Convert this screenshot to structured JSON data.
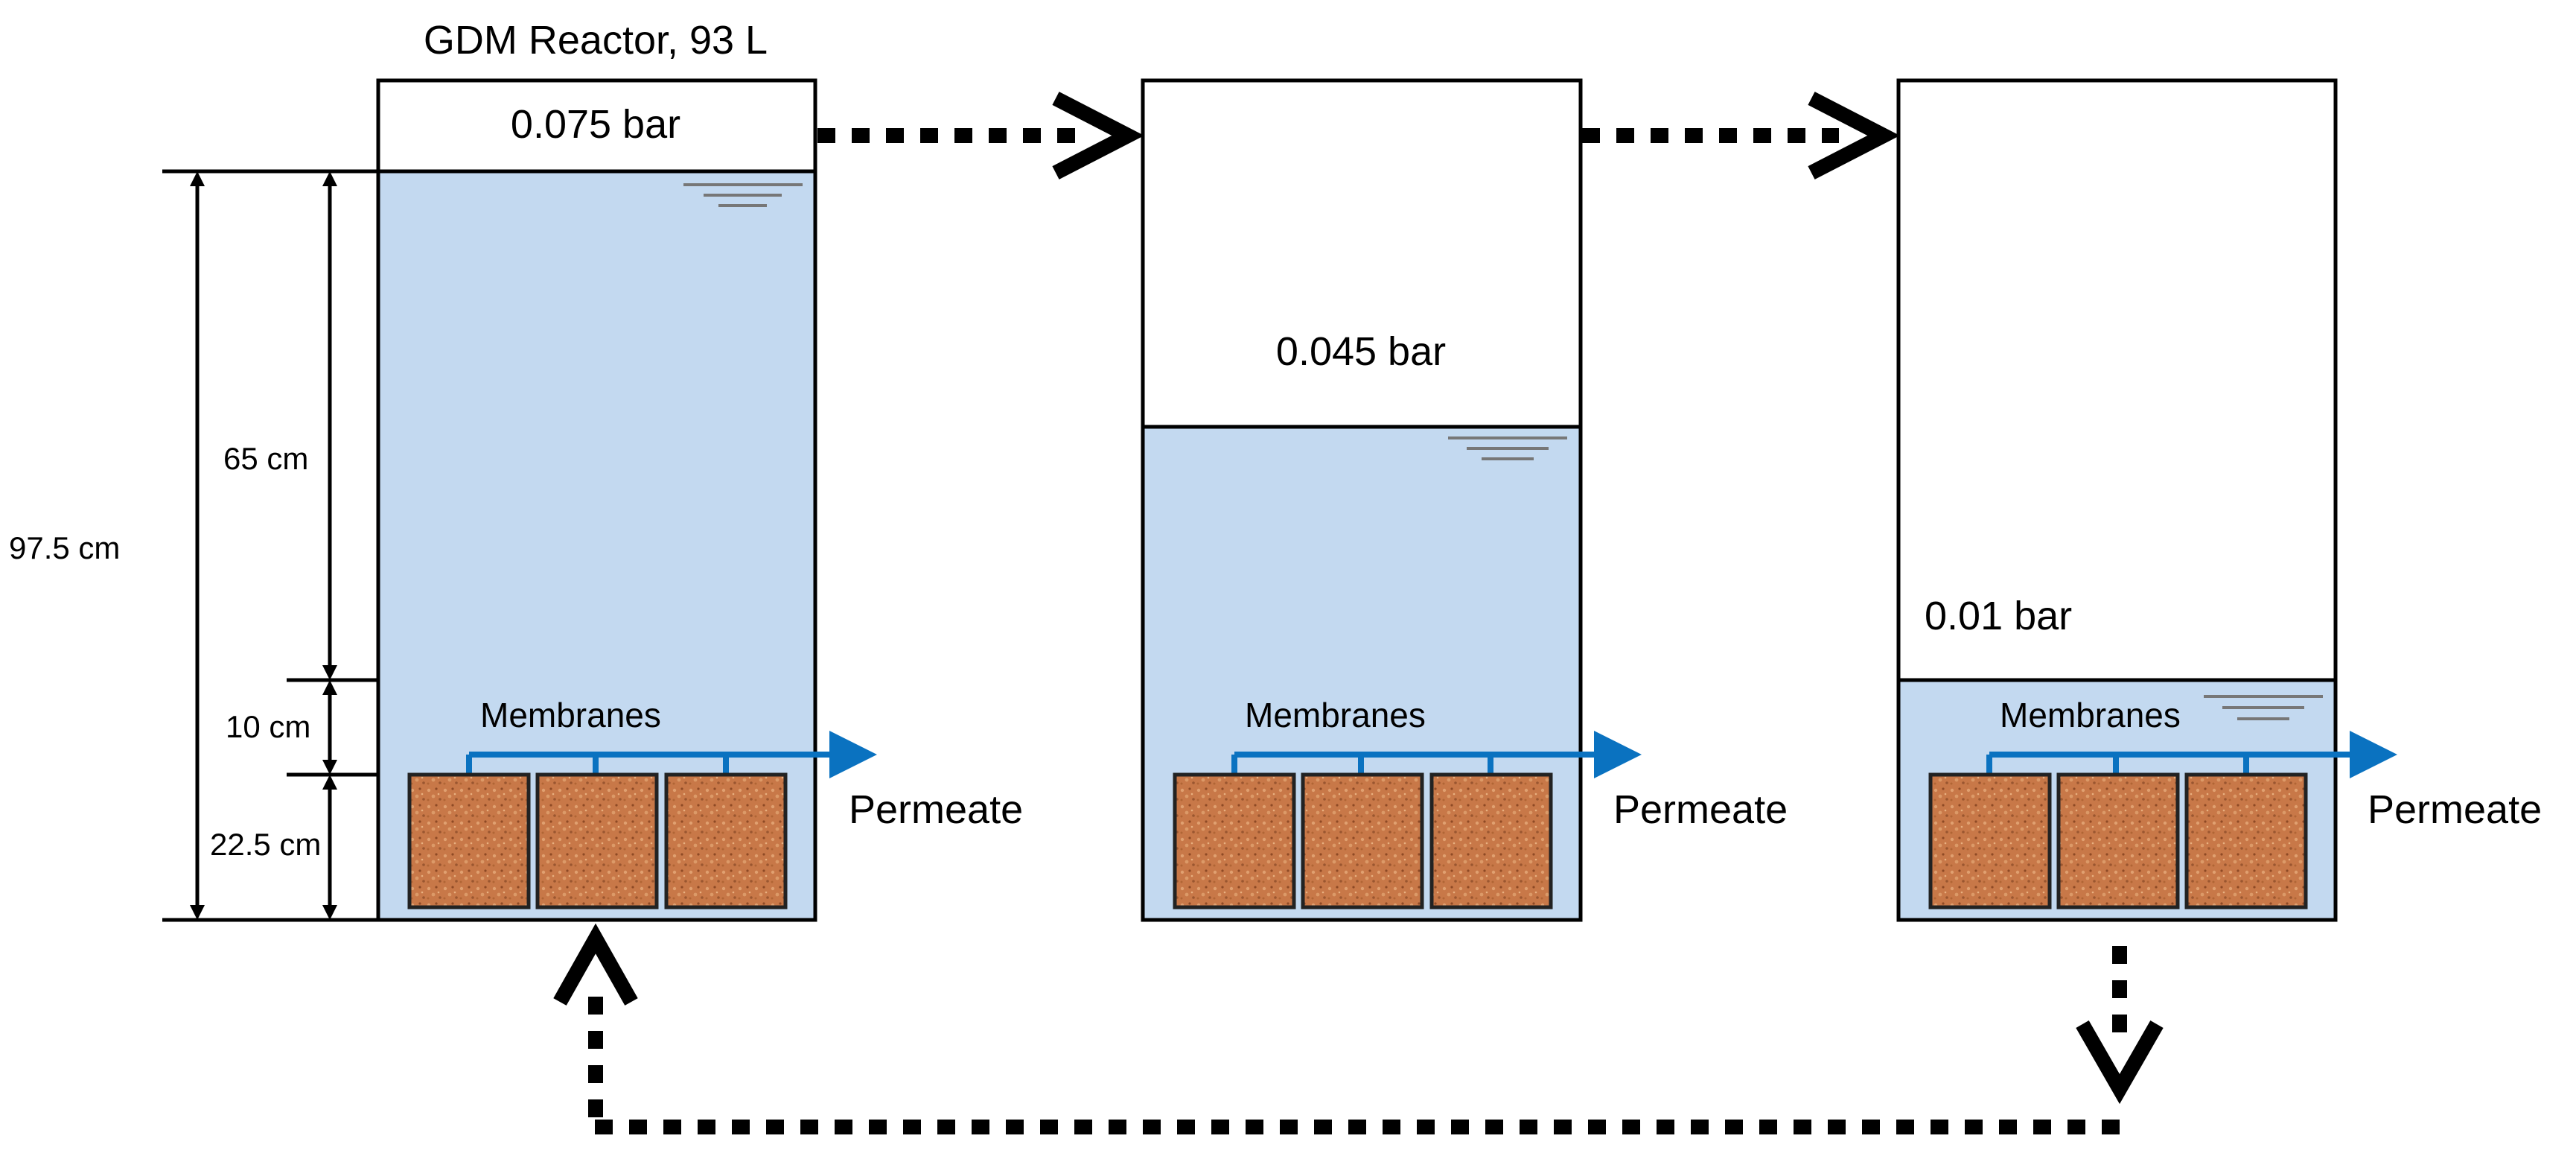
{
  "title": "GDM Reactor, 93 L",
  "dimensions": {
    "total": "97.5 cm",
    "upper": "65 cm",
    "middle": "10 cm",
    "lower": "22.5 cm"
  },
  "reactors": [
    {
      "pressure": "0.075 bar",
      "membranes_label": "Membranes",
      "permeate_label": "Permeate"
    },
    {
      "pressure": "0.045 bar",
      "membranes_label": "Membranes",
      "permeate_label": "Permeate"
    },
    {
      "pressure": "0.01 bar",
      "membranes_label": "Membranes",
      "permeate_label": "Permeate"
    }
  ],
  "colors": {
    "water": "#c3d9f0",
    "permeate_arrow": "#0a72c0",
    "membrane": "#c87848",
    "outline": "#000000"
  }
}
